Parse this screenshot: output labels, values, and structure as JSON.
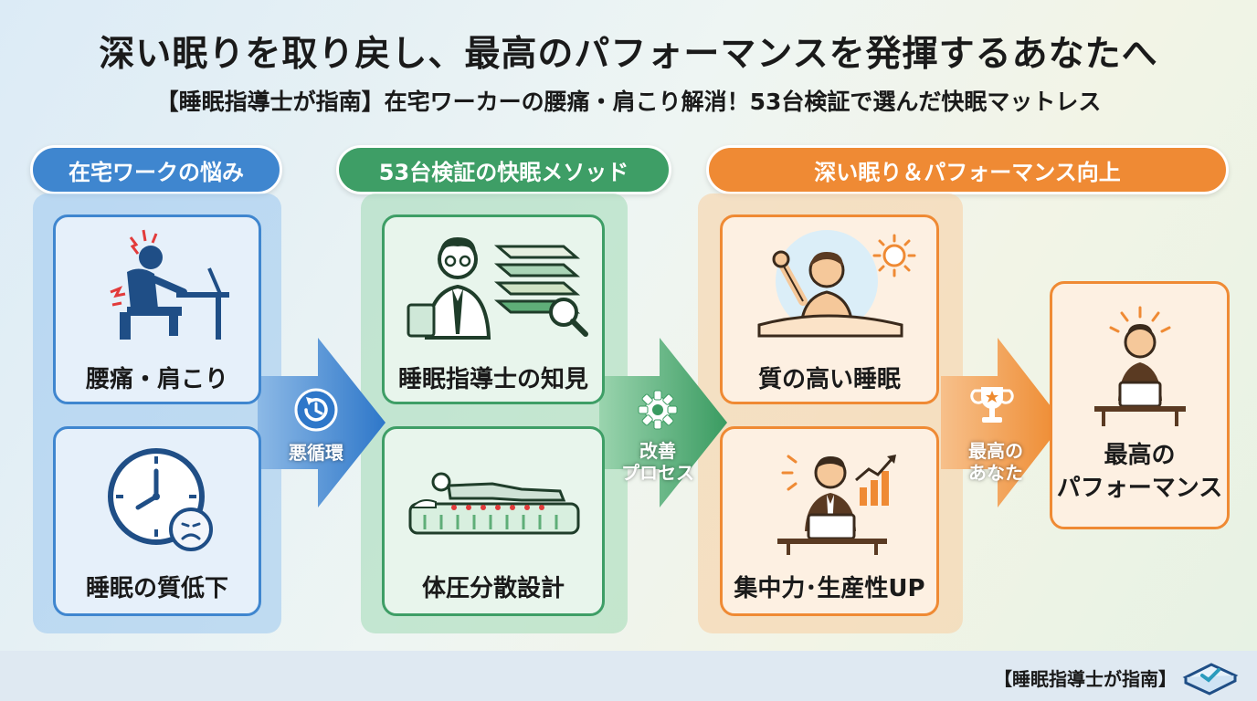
{
  "title": "深い眠りを取り戻し、最高のパフォーマンスを発揮するあなたへ",
  "subtitle": "【睡眠指導士が指南】在宅ワーカーの腰痛・肩こり解消！53台検証で選んだ快眠マットレス",
  "sections": [
    {
      "label": "在宅ワークの悩み",
      "color": "#3f86cf"
    },
    {
      "label": "53台検証の快眠メソッド",
      "color": "#3e9e66"
    },
    {
      "label": "深い眠り＆パフォーマンス向上",
      "color": "#ef8a34"
    }
  ],
  "cards": {
    "back_pain": {
      "label": "腰痛・肩こり",
      "icon": "back-pain-icon"
    },
    "sleep_decline": {
      "label": "睡眠の質低下",
      "icon": "clock-sad-icon"
    },
    "expert": {
      "label": "睡眠指導士の知見",
      "icon": "expert-mattress-icon"
    },
    "pressure": {
      "label": "体圧分散設計",
      "icon": "body-pressure-icon"
    },
    "quality_sleep": {
      "label": "質の高い睡眠",
      "icon": "morning-stretch-icon"
    },
    "focus": {
      "label": "集中力･生産性UP",
      "icon": "focus-growth-icon"
    },
    "peak": {
      "label_line1": "最高の",
      "label_line2": "パフォーマンス",
      "icon": "peak-performance-icon"
    }
  },
  "arrows": {
    "vicious": {
      "label": "悪循環",
      "icon": "cycle-icon"
    },
    "improve": {
      "line1": "改善",
      "line2": "プロセス",
      "icon": "gear-icon"
    },
    "best": {
      "line1": "最高の",
      "line2": "あなた",
      "icon": "trophy-icon"
    }
  },
  "footer": {
    "label": "【睡眠指導士が指南】",
    "icon": "check-badge-icon"
  }
}
